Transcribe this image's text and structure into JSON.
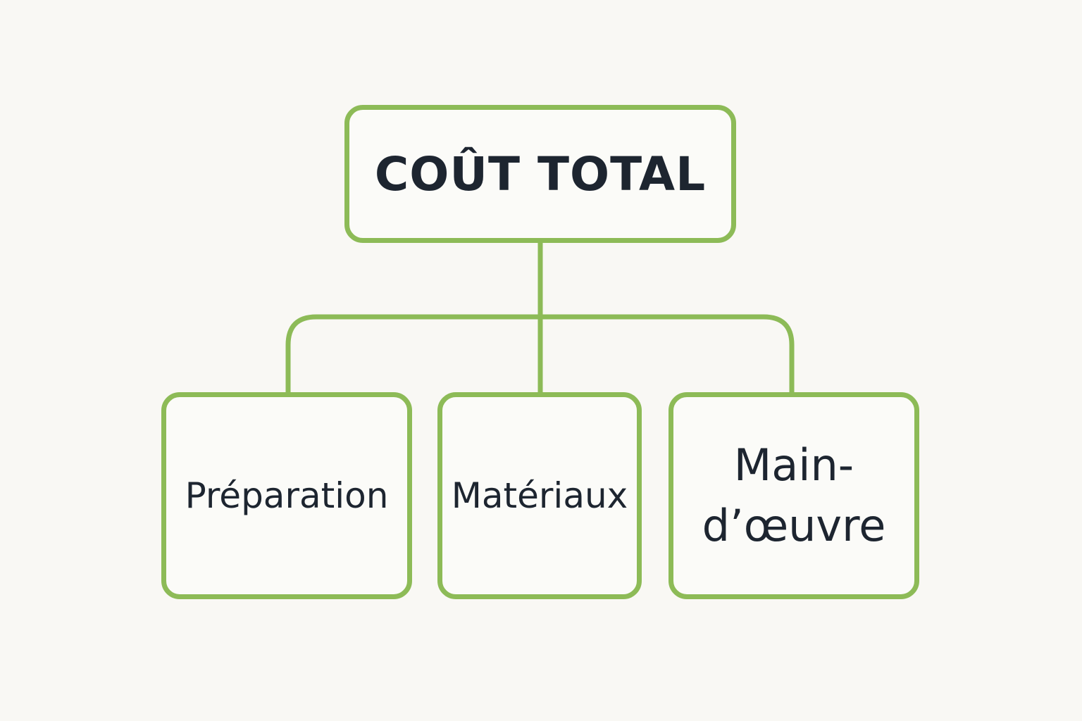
{
  "diagram": {
    "accent_color": "#8dbb57",
    "text_color": "#1d2530",
    "background_color": "#f9f8f4",
    "root": {
      "label": "COÛT TOTAL"
    },
    "children": [
      {
        "label": "Préparation"
      },
      {
        "label": "Matériaux"
      },
      {
        "label": "Main-d’œuvre",
        "line1": "Main-",
        "line2": "d’œuvre"
      }
    ]
  }
}
